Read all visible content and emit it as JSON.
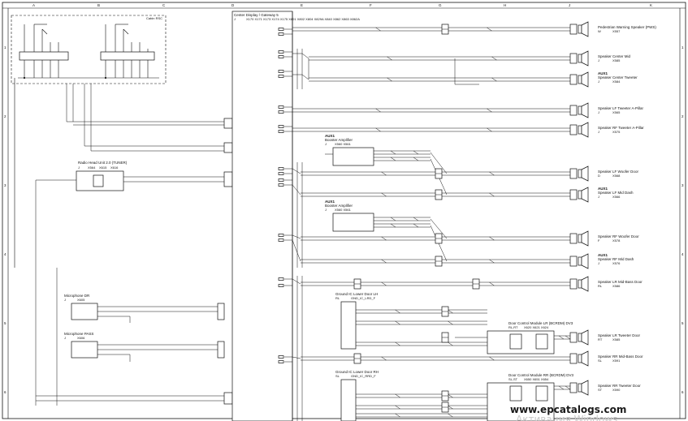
{
  "grid": {
    "columns": [
      "A",
      "B",
      "C",
      "D",
      "E",
      "F",
      "G",
      "H",
      "J",
      "K"
    ],
    "rows": [
      "1",
      "2",
      "3",
      "4",
      "5",
      "6"
    ]
  },
  "cabin_rsc": {
    "title": "Cabin RSC"
  },
  "center_display": {
    "title": "Center Display / Gateway 5",
    "sub": "J",
    "connectors": [
      "X170",
      "X171",
      "X173",
      "X174",
      "X175",
      "X801",
      "X802",
      "X804",
      "X829A",
      "X840",
      "X862",
      "X863",
      "X862A"
    ]
  },
  "radio": {
    "title": "Radio Head Unit 2.0 (TUNER)",
    "sub": "J",
    "connectors": [
      "X564",
      "X615",
      "X616"
    ]
  },
  "booster1": {
    "aux": "AUX1",
    "title": "Booster Amplifier",
    "sub": "J",
    "connectors": [
      "X560",
      "X561"
    ]
  },
  "booster2": {
    "aux": "AUX1",
    "title": "Booster Amplifier",
    "sub": "J",
    "connectors": [
      "X560",
      "X561"
    ]
  },
  "microphones": [
    {
      "name": "Microphone DR",
      "sub": "J",
      "code": "X605"
    },
    {
      "name": "Microphone PASS",
      "sub": "J",
      "code": "X606"
    }
  ],
  "ground_lh": {
    "title": "Ground IC Lower Door LH",
    "loc": "RL",
    "code": "GND_IC_LRD_F"
  },
  "ground_rh": {
    "title": "Ground IC Lower Door RH",
    "loc": "SL",
    "code": "GND_IC_RRD_F"
  },
  "dcm_lr": {
    "title": "Door Control Module LR (BCRDM) DV3",
    "loc": "RL,RT",
    "connectors": [
      "X620",
      "X621",
      "X624"
    ]
  },
  "dcm_rr": {
    "title": "Door Control Module RR (BCRDM) DV3",
    "loc": "SL,ST",
    "connectors": [
      "X650",
      "X651",
      "X654"
    ]
  },
  "speakers": [
    {
      "aux": "",
      "name": "Pedestrian Warning Speaker (PWS)",
      "loc": "W",
      "code": "X557"
    },
    {
      "aux": "",
      "name": "Speaker Center Mid",
      "loc": "J",
      "code": "X585"
    },
    {
      "aux": "AUX1",
      "name": "Speaker Center Tweeter",
      "loc": "J",
      "code": "X584"
    },
    {
      "aux": "",
      "name": "Speaker LF Tweeter A-Pillar",
      "loc": "J",
      "code": "X565"
    },
    {
      "aux": "",
      "name": "Speaker RF Tweeter A-Pillar",
      "loc": "J",
      "code": "X575"
    },
    {
      "aux": "",
      "name": "Speaker LF Woofer Door",
      "loc": "D",
      "code": "X568"
    },
    {
      "aux": "AUX1",
      "name": "Speaker LF Mid Dash",
      "loc": "J",
      "code": "X566"
    },
    {
      "aux": "",
      "name": "Speaker RF Woofer Door",
      "loc": "F",
      "code": "X578"
    },
    {
      "aux": "AUX1",
      "name": "Speaker RF Mid Dash",
      "loc": "J",
      "code": "X576"
    },
    {
      "aux": "",
      "name": "Speaker LR Mid-Bass Door",
      "loc": "RL",
      "code": "X586"
    },
    {
      "aux": "",
      "name": "Speaker LR Tweeter Door",
      "loc": "RT",
      "code": "X585"
    },
    {
      "aux": "",
      "name": "Speaker RR Mid-Bass Door",
      "loc": "SL",
      "code": "X591"
    },
    {
      "aux": "",
      "name": "Speaker RR Tweeter Door",
      "loc": "ST",
      "code": "X590"
    }
  ],
  "watermark": {
    "site": "www.epcatalogs.com",
    "activate": "Активация Windows"
  }
}
